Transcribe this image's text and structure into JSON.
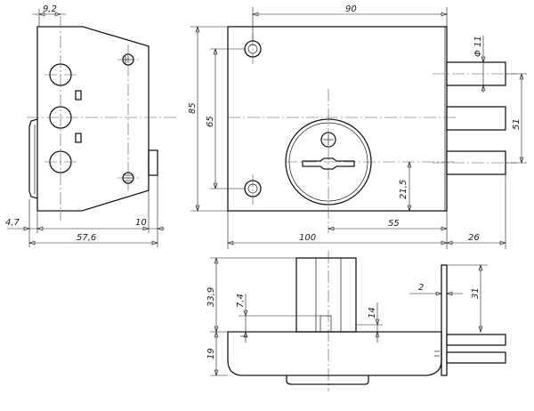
{
  "dimensions": {
    "side_top_width": "9,2",
    "side_offset_left": "4,7",
    "side_total_width": "57,6",
    "side_bolt_width": "10",
    "front_width_top": "90",
    "front_height": "85",
    "front_screw_spacing": "65",
    "bolt_diameter": "Φ 11",
    "bolt_span": "51",
    "keyhole_height": "21,5",
    "keyhole_offset": "55",
    "front_width_bottom": "100",
    "bolt_length": "26",
    "bottom_height_top": "33,9",
    "bottom_step": "7,4",
    "bottom_slot": "14",
    "bottom_plate": "2",
    "bottom_plate_height": "31",
    "bottom_base_height": "19"
  }
}
